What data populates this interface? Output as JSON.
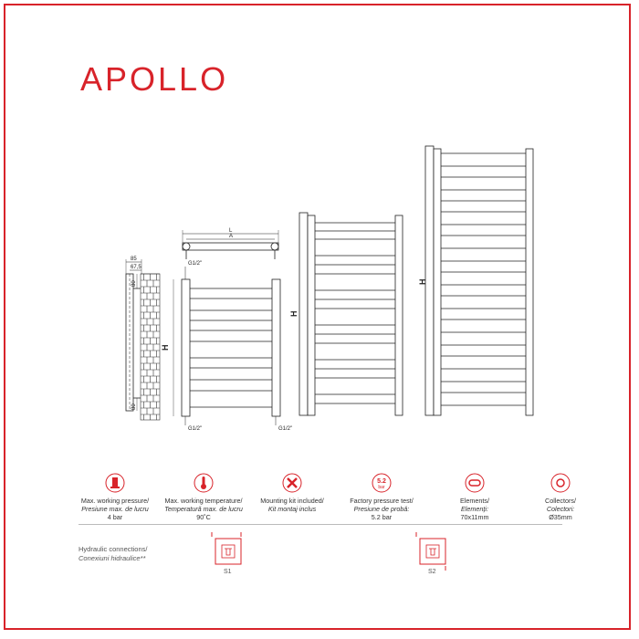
{
  "title": "APOLLO",
  "colors": {
    "accent": "#d8232a",
    "line": "#222222"
  },
  "dimensions": {
    "depth_total": "85",
    "depth_axis": "67,5",
    "offset_top": "80",
    "offset_bottom": "80",
    "length_L": "L",
    "length_A": "A",
    "height_H": "H",
    "thread_top": "G1/2\"",
    "thread_bottom_left": "G1/2\"",
    "thread_bottom_right": "G1/2\""
  },
  "specs": [
    {
      "icon": "pressure-icon",
      "line1": "Max. working pressure/",
      "line2": "Presiune max. de lucru",
      "line3": "4 bar"
    },
    {
      "icon": "thermometer-icon",
      "line1": "Max. working temperature/",
      "line2": "Temperatură max. de lucru",
      "line3": "90˚C"
    },
    {
      "icon": "wrench-icon",
      "line1": "Mounting kit included/",
      "line2": "Kit montaj inclus",
      "line3": ""
    },
    {
      "icon": "pressure-test-icon",
      "badge_value": "5.2",
      "badge_unit": "bar",
      "line1": "Factory pressure test/",
      "line2": "Presiune de probă:",
      "line3": "5.2 bar"
    },
    {
      "icon": "element-profile-icon",
      "line1": "Elements/",
      "line2": "Elemenți:",
      "line3": "70x11mm"
    },
    {
      "icon": "collector-icon",
      "line1": "Collectors/",
      "line2": "Colectori:",
      "line3": "Ø35mm"
    }
  ],
  "hydraulic": {
    "line1": "Hydraulic connections/",
    "line2": "Conexiuni hidraulice**",
    "options": [
      {
        "label": "S1"
      },
      {
        "label": "S2"
      }
    ]
  }
}
